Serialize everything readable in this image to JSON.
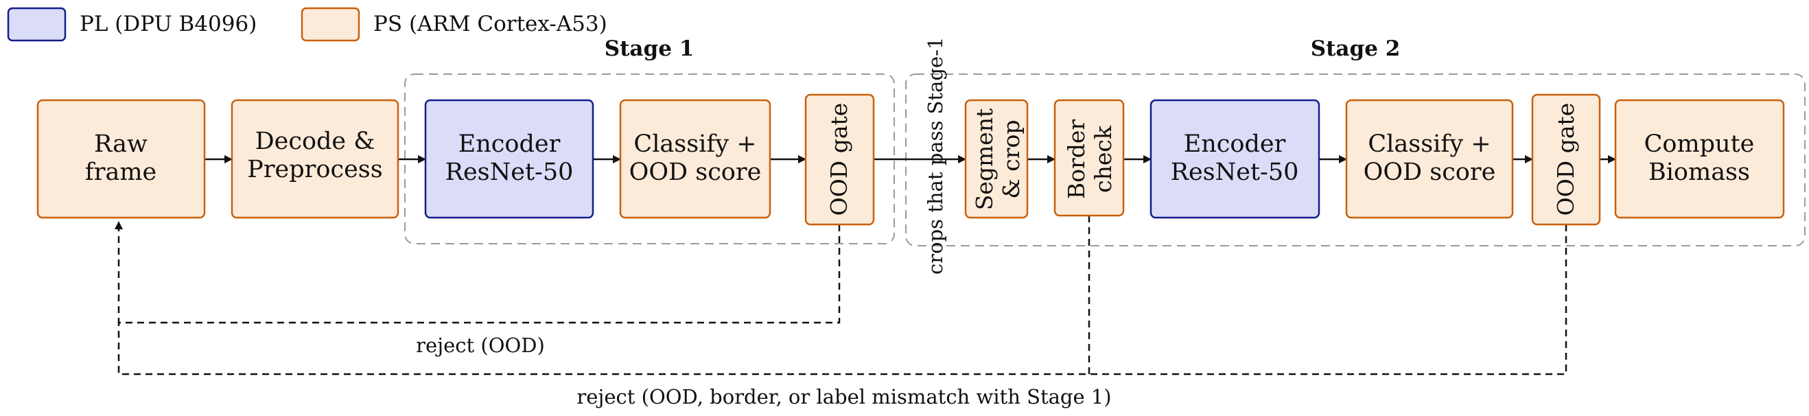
{
  "legend": {
    "pl_label": "PL (DPU B4096)",
    "ps_label": "PS (ARM Cortex-A53)"
  },
  "colors": {
    "ps_fill": "#fdebd9",
    "ps_stroke": "#c8600a",
    "pl_fill": "#dadcf8",
    "pl_stroke": "#141c8c",
    "group_stroke": "#9a9a9a",
    "line": "#111111"
  },
  "stage1": {
    "title": "Stage 1"
  },
  "stage2": {
    "title": "Stage 2"
  },
  "nodes": {
    "raw_frame": {
      "line1": "Raw",
      "line2": "frame",
      "kind": "PS"
    },
    "decode": {
      "line1": "Decode &",
      "line2": "Preprocess",
      "kind": "PS"
    },
    "encoder1": {
      "line1": "Encoder",
      "line2": "ResNet-50",
      "kind": "PL"
    },
    "classify1": {
      "line1": "Classify +",
      "line2": "OOD score",
      "kind": "PS"
    },
    "ood_gate1": {
      "line1": "OOD gate",
      "kind": "PS"
    },
    "segment": {
      "line1": "Segment",
      "line2": "& crop",
      "kind": "PS"
    },
    "border": {
      "line1": "Border",
      "line2": "check",
      "kind": "PS"
    },
    "encoder2": {
      "line1": "Encoder",
      "line2": "ResNet-50",
      "kind": "PL"
    },
    "classify2": {
      "line1": "Classify +",
      "line2": "OOD score",
      "kind": "PS"
    },
    "ood_gate2": {
      "line1": "OOD gate",
      "kind": "PS"
    },
    "biomass": {
      "line1": "Compute",
      "line2": "Biomass",
      "kind": "PS"
    }
  },
  "edge_labels": {
    "crops_pass": "crops that pass Stage-1",
    "reject_ood": "reject (OOD)",
    "reject_all": "reject (OOD, border, or label mismatch with Stage 1)"
  }
}
